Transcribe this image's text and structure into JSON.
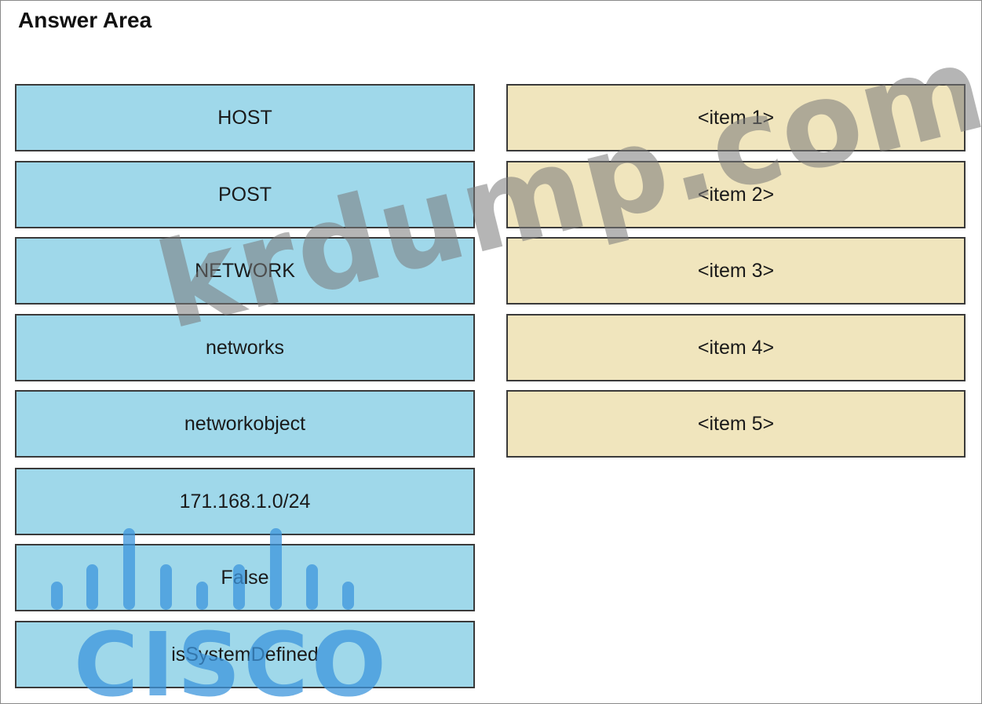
{
  "answer_area": {
    "title": "Answer Area"
  },
  "source_items": [
    "HOST",
    "POST",
    "NETWORK",
    "networks",
    "networkobject",
    "171.168.1.0/24",
    "False",
    "isSystemDefined"
  ],
  "target_slots": [
    "<item 1>",
    "<item 2>",
    "<item 3>",
    "<item 4>",
    "<item 5>"
  ],
  "watermark": {
    "site": "krdump.com",
    "logo_text": "CISCO"
  },
  "colors": {
    "source_fill": "#9fd8ea",
    "target_fill": "#f0e5bd",
    "border": "#3a3a3a"
  }
}
